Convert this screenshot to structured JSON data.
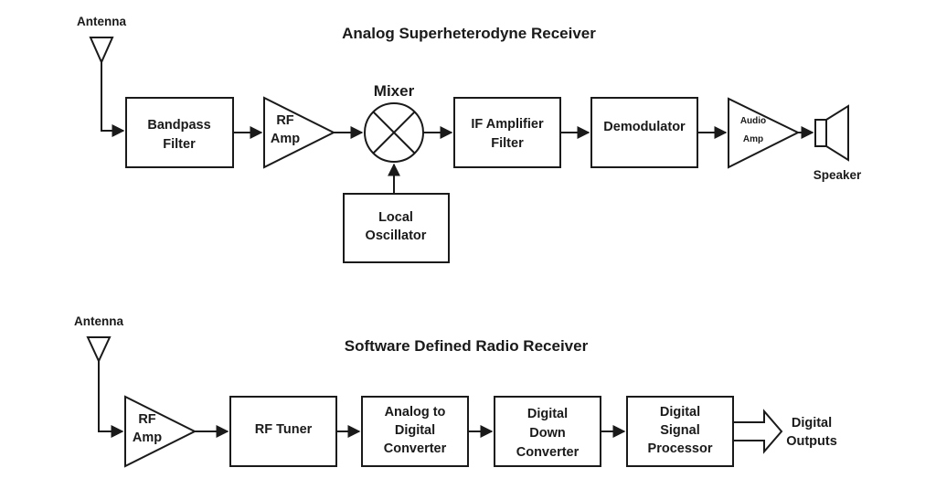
{
  "analog": {
    "title": "Analog Superheterodyne Receiver",
    "antenna": "Antenna",
    "bandpass": [
      "Bandpass",
      "Filter"
    ],
    "rf_amp": [
      "RF",
      "Amp"
    ],
    "mixer": "Mixer",
    "if_amp": [
      "IF Amplifier",
      "Filter"
    ],
    "demod": "Demodulator",
    "audio_amp": [
      "Audio",
      "Amp"
    ],
    "speaker": "Speaker",
    "local_osc": [
      "Local",
      "Oscillator"
    ]
  },
  "sdr": {
    "title": "Software Defined Radio Receiver",
    "antenna": "Antenna",
    "rf_amp": [
      "RF",
      "Amp"
    ],
    "rf_tuner": "RF Tuner",
    "adc": [
      "Analog to",
      "Digital",
      "Converter"
    ],
    "ddc": [
      "Digital",
      "Down",
      "Converter"
    ],
    "dsp": [
      "Digital",
      "Signal",
      "Processor"
    ],
    "outputs": [
      "Digital",
      "Outputs"
    ]
  }
}
